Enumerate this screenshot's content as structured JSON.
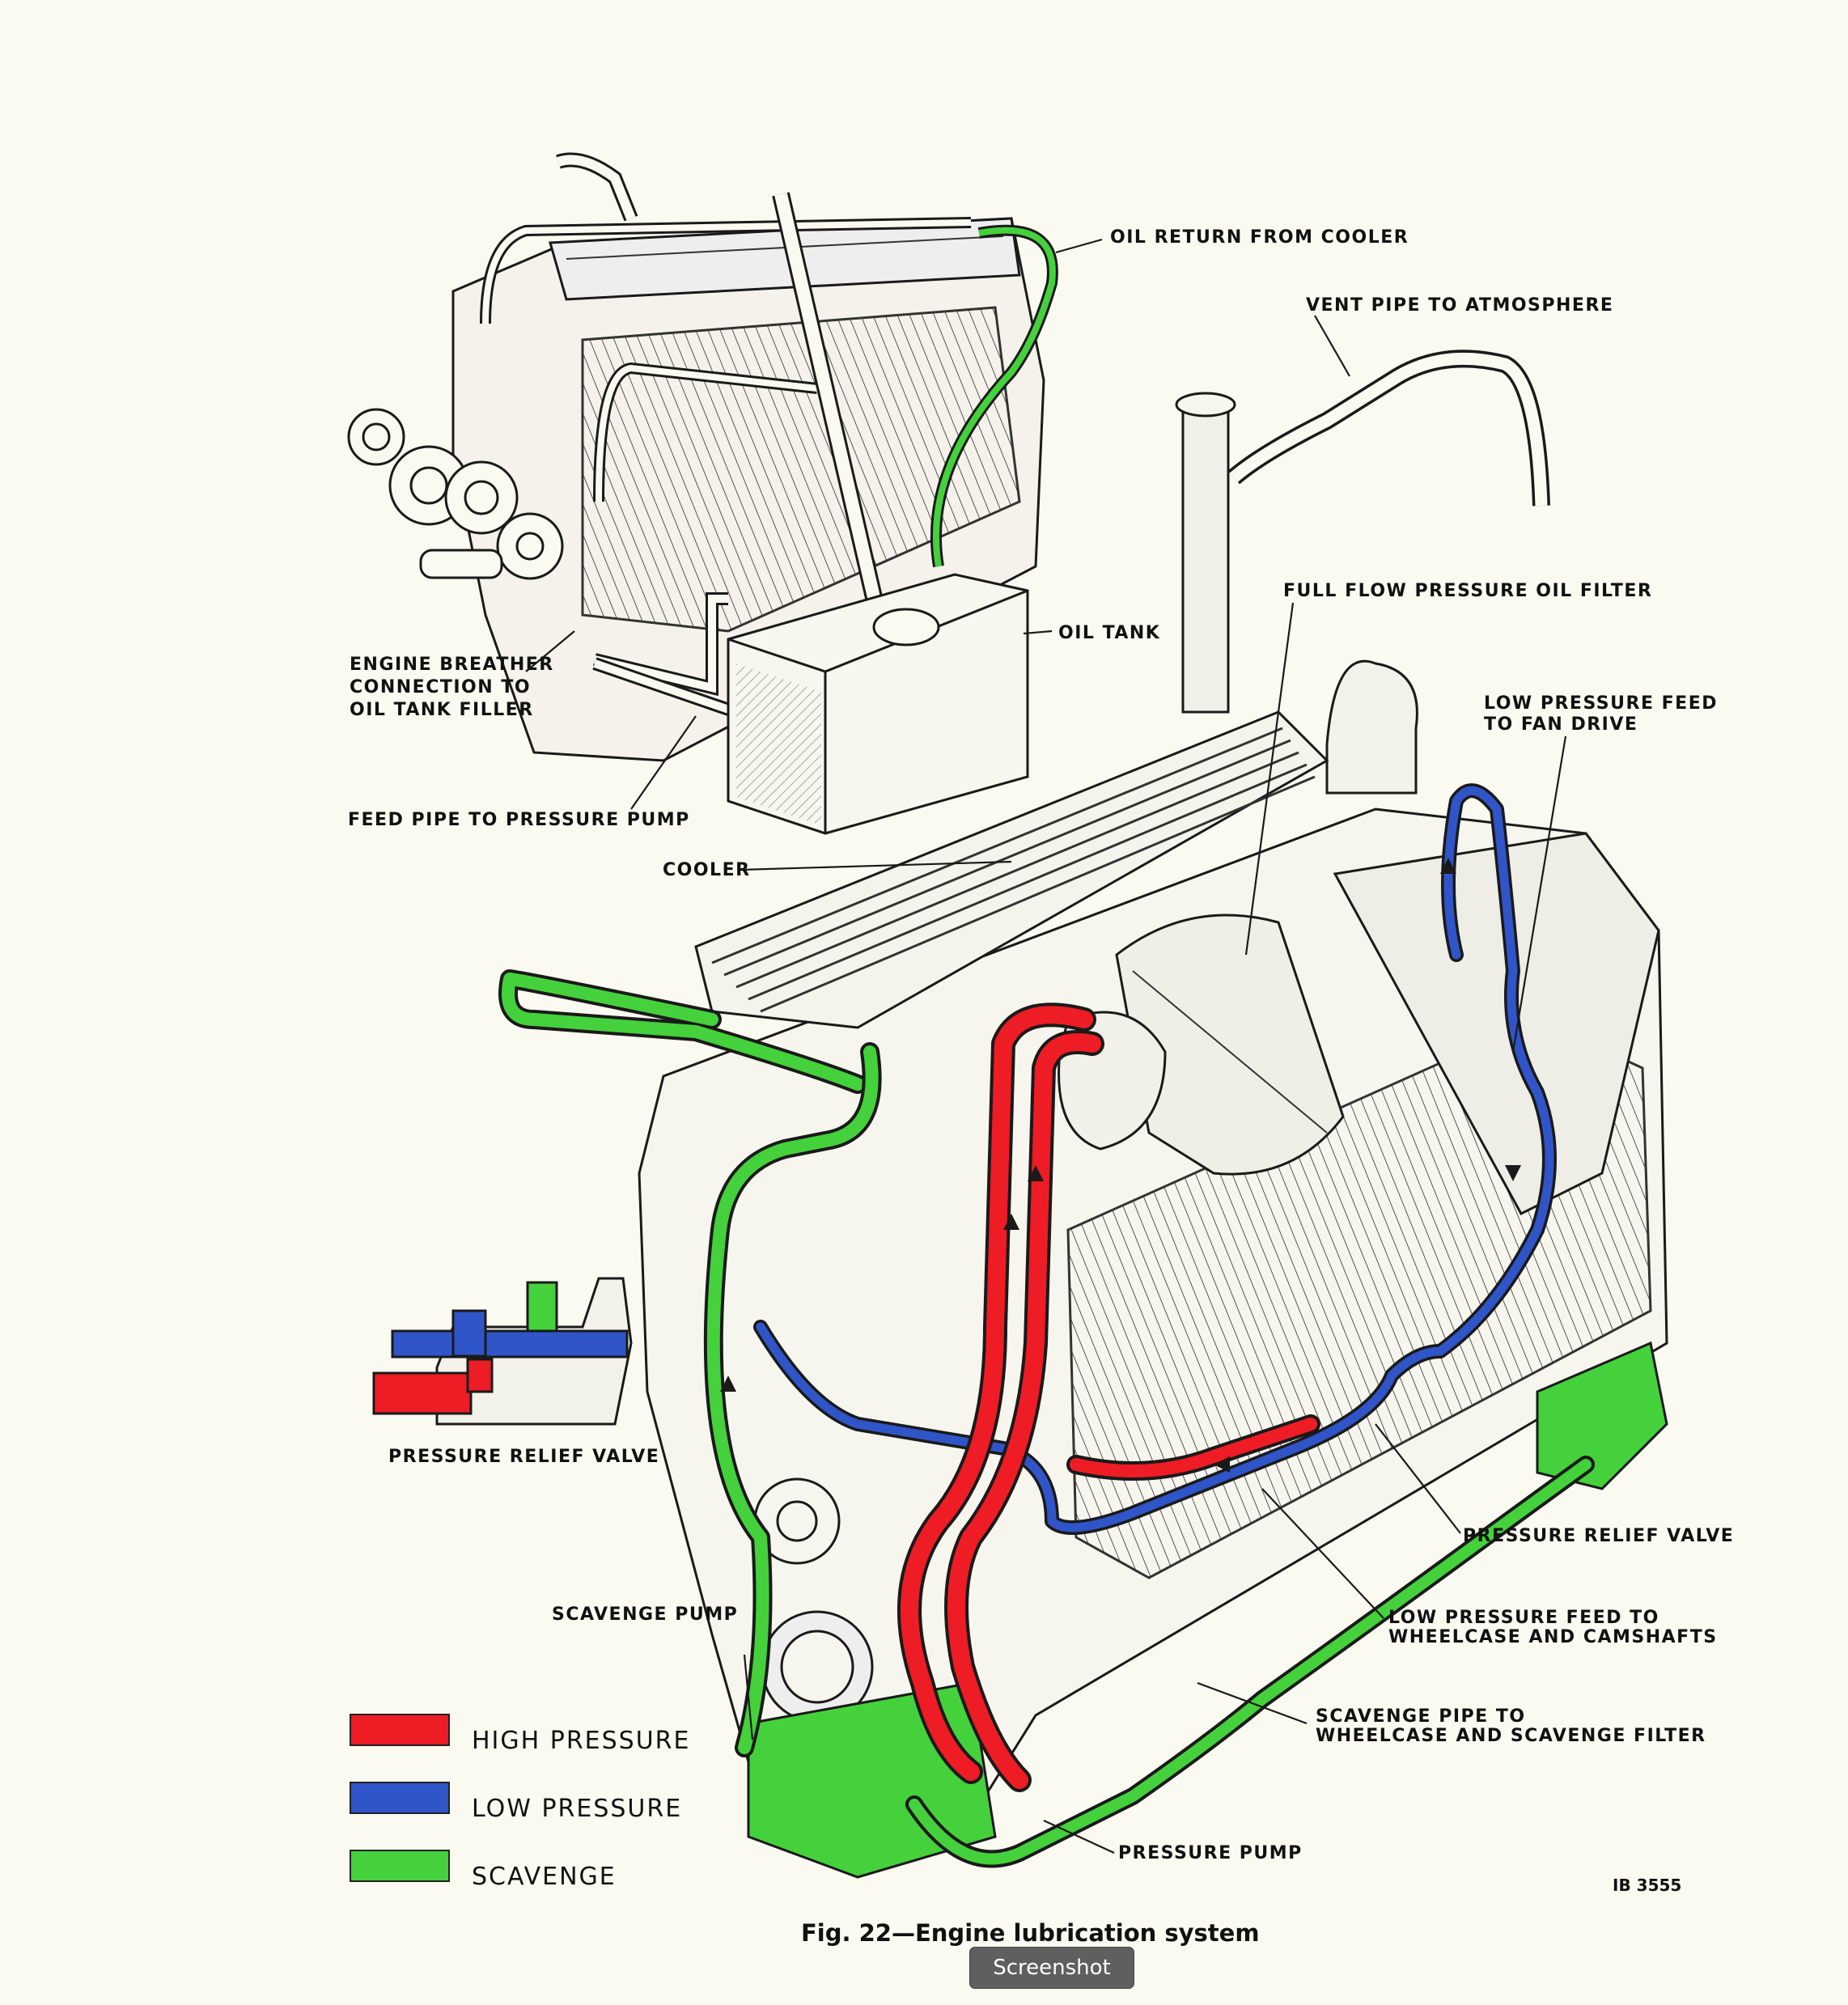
{
  "labels": {
    "oil_return": "OIL RETURN FROM COOLER",
    "vent_pipe": "VENT PIPE TO ATMOSPHERE",
    "full_flow_filter": "FULL FLOW PRESSURE OIL FILTER",
    "oil_tank": "OIL TANK",
    "low_pressure_fan_1": "LOW PRESSURE FEED",
    "low_pressure_fan_2": "TO FAN DRIVE",
    "breather_1": "ENGINE BREATHER",
    "breather_2": "CONNECTION TO",
    "breather_3": "OIL TANK FILLER",
    "feed_pipe": "FEED PIPE TO PRESSURE PUMP",
    "cooler": "COOLER",
    "relief_valve_inset": "PRESSURE RELIEF VALVE",
    "relief_valve": "PRESSURE RELIEF VALVE",
    "low_pressure_wheelcase_1": "LOW PRESSURE FEED TO",
    "low_pressure_wheelcase_2": "WHEELCASE AND CAMSHAFTS",
    "scavenge_pump": "SCAVENGE PUMP",
    "scavenge_pipe_1": "SCAVENGE PIPE TO",
    "scavenge_pipe_2": "WHEELCASE AND SCAVENGE FILTER",
    "pressure_pump": "PRESSURE PUMP"
  },
  "legend": [
    {
      "label": "HIGH PRESSURE",
      "color": "#ee1c24"
    },
    {
      "label": "LOW PRESSURE",
      "color": "#2f55c8"
    },
    {
      "label": "SCAVENGE",
      "color": "#44d13c"
    }
  ],
  "colors": {
    "high": "#ee1c24",
    "low": "#2f55c8",
    "scavenge": "#44d13c",
    "ink": "#1a1a1a",
    "paper": "#fbfaf1"
  },
  "reference": "IB 3555",
  "caption": "Fig. 22—Engine lubrication system",
  "overlay": {
    "screenshot_button": "Screenshot"
  }
}
